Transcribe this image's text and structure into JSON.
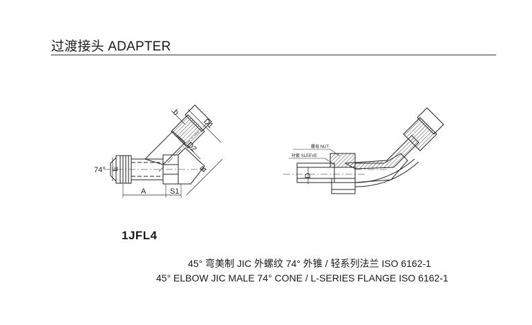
{
  "header": {
    "title": "过渡接头 ADAPTER"
  },
  "drawing_left": {
    "labels": {
      "angle": "74°",
      "E": "E",
      "A": "A",
      "S1": "S1",
      "B": "B",
      "D1": "D1",
      "D2": "D2",
      "b": "b"
    }
  },
  "drawing_right": {
    "labels": {
      "nut": "螺母 NUT",
      "sleeve": "衬套 SLEEVE",
      "D": "D"
    }
  },
  "product": {
    "model": "1JFL4",
    "description_cn": "45° 弯美制 JIC 外螺纹 74° 外锥 / 轻系列法兰 ISO 6162-1",
    "description_en": "45° ELBOW  JIC MALE 74°  CONE / L-SERIES FLANGE ISO 6162-1"
  },
  "colors": {
    "line": "#222222",
    "hatch": "#444444",
    "background": "#ffffff"
  }
}
